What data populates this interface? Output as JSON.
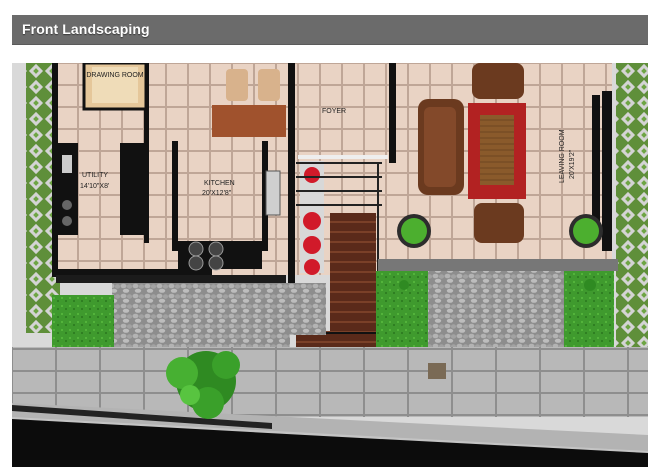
{
  "header": {
    "title": "Front Landscaping"
  },
  "plan": {
    "rooms": {
      "drawing_room": "DRAWING ROOM",
      "utility": "UTILITY",
      "utility_size": "14'10\"X8'",
      "kitchen": "KITCHEN",
      "kitchen_size": "20'X12'8\"",
      "foyer": "FOYER",
      "living_room": "LEAVING ROOM",
      "living_room_size": "20'X19'2\""
    }
  }
}
